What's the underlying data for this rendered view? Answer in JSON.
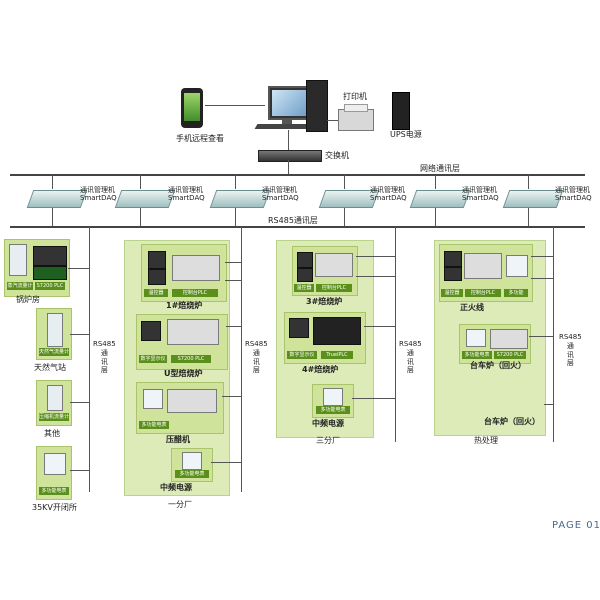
{
  "top": {
    "phone_label": "手机远程查看",
    "printer_label": "打印机",
    "ups_label": "UPS电源",
    "switch_label": "交换机"
  },
  "network": {
    "layer_label": "网络通讯层",
    "rs485_label": "RS485通讯层",
    "gateway_label_1": "通讯管理机",
    "gateway_label_2": "SmartDAQ"
  },
  "left_column": {
    "items": [
      {
        "device_label": "蒸汽流量计",
        "plc_label": "S7200 PLC",
        "title": "锅炉房"
      },
      {
        "device_label": "天然气流量计",
        "title": "天然气站"
      },
      {
        "device_label": "压缩机流量计",
        "title": "其他"
      },
      {
        "device_label": "多功能电表",
        "title": "35KV开闭所"
      }
    ]
  },
  "workshop1": {
    "caption": "一分厂",
    "sections": [
      {
        "dev_labels": [
          "温控器",
          "控制台PLC"
        ],
        "title": "1#焙烧炉"
      },
      {
        "dev_labels": [
          "数字显示仪",
          "S7200 PLC"
        ],
        "title": "U型焙烧炉"
      },
      {
        "dev_labels": [
          "多功能电表"
        ],
        "title": "压醋机"
      },
      {
        "dev_labels": [
          "多功能电表"
        ],
        "title": "中频电源"
      }
    ]
  },
  "workshop3": {
    "caption": "三分厂",
    "sections": [
      {
        "dev_labels": [
          "温控器",
          "控制台PLC"
        ],
        "title": "3#焙烧炉"
      },
      {
        "dev_labels": [
          "数字显示仪",
          "TrueiPLC"
        ],
        "title": "4#焙烧炉"
      },
      {
        "dev_labels": [
          "多功能电表"
        ],
        "title": "中频电源"
      }
    ]
  },
  "heat": {
    "caption": "热处理",
    "sections": [
      {
        "dev_labels": [
          "温控器",
          "控制台PLC",
          "多功能"
        ],
        "title": "正火线"
      },
      {
        "dev_labels": [
          "多功能电表",
          "S7200 PLC"
        ],
        "title": "台车炉（回火）"
      },
      {
        "title": "台车炉（回火）"
      }
    ]
  },
  "rs485_side": {
    "top": "RS485",
    "chars": [
      "通",
      "讯",
      "层"
    ]
  },
  "page_mark": "PAGE 01"
}
